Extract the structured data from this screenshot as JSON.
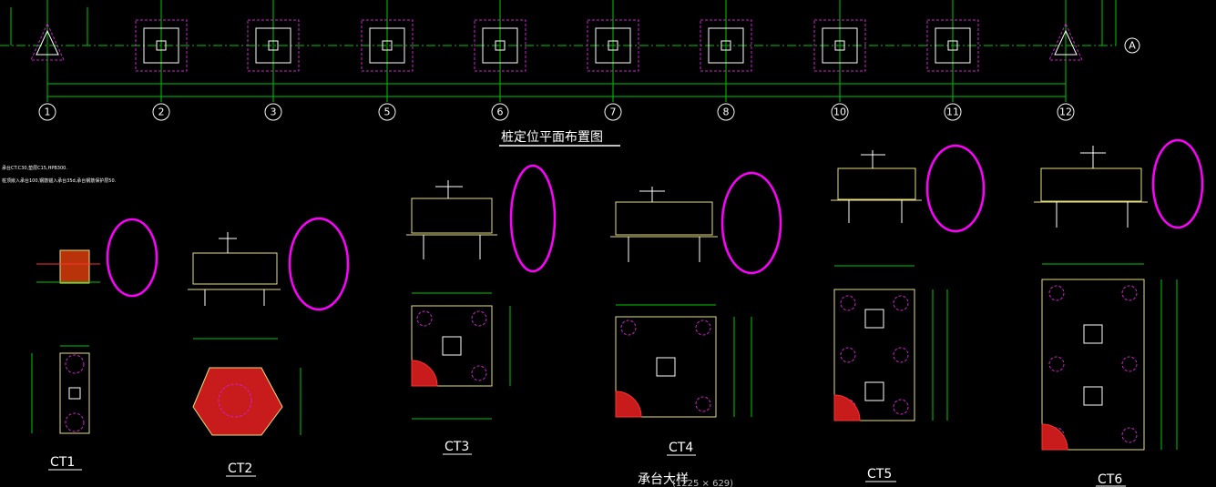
{
  "drawing": {
    "plan_title": "桩定位平面布置图",
    "section_title": "承台大样",
    "notes": [
      "承台CT:C30,垫层C15,HPB300.",
      "桩顶嵌入承台100,钢筋锚入承台35d,承台钢筋保护层50."
    ],
    "watermark": "(1225 × 629)",
    "axis_labels": [
      "1",
      "2",
      "3",
      "5",
      "6",
      "7",
      "8",
      "10",
      "11",
      "12"
    ],
    "row_label": "A",
    "pile_caps": [
      "CT1",
      "CT2",
      "CT3",
      "CT4",
      "CT5",
      "CT6"
    ]
  },
  "colors": {
    "background": "#000000",
    "grid_green": "#00c800",
    "pile_magenta": "#cc22cc",
    "highlight_magenta": "#ff00ff",
    "outline_yellow": "#e8e07a",
    "hatch_red": "#d21e1e",
    "text_white": "#ffffff",
    "leader_red": "#ff3030"
  }
}
